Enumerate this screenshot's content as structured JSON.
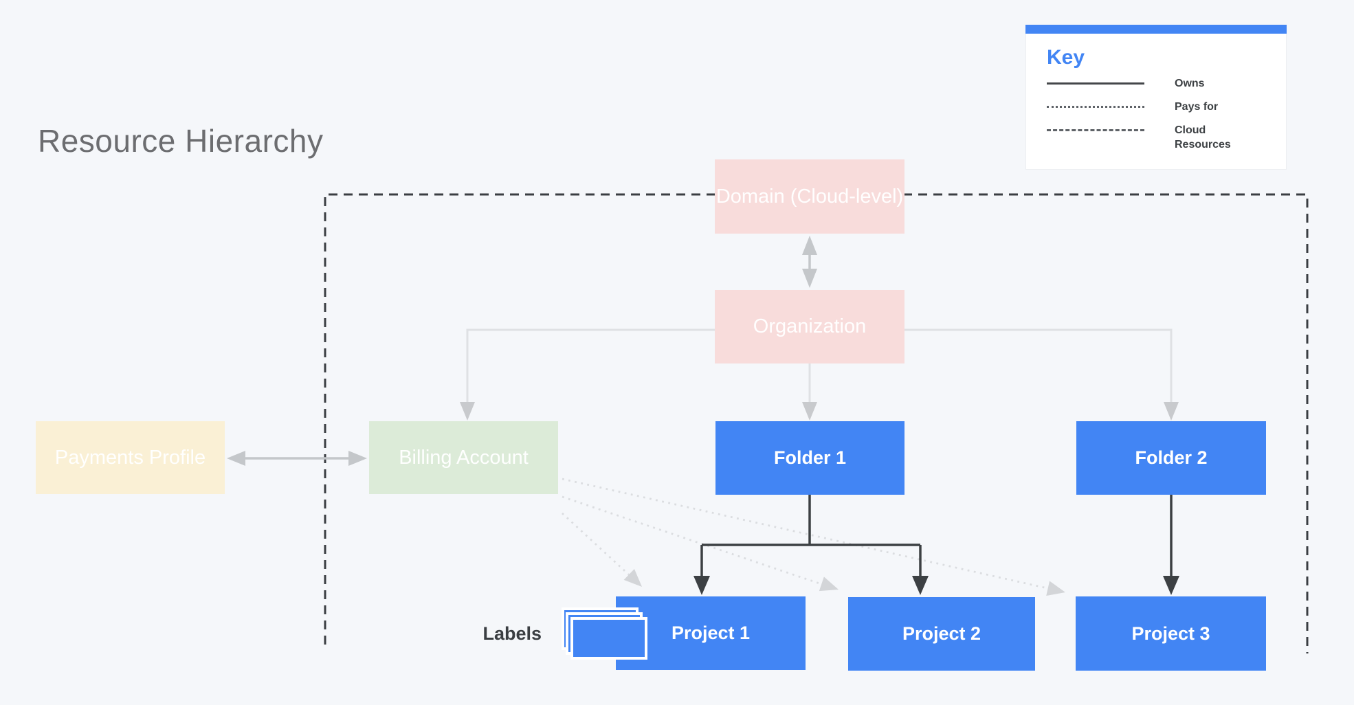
{
  "title": "Resource Hierarchy",
  "legend": {
    "title": "Key",
    "items": [
      {
        "style": "solid",
        "label": "Owns"
      },
      {
        "style": "dotted",
        "label": "Pays for"
      },
      {
        "style": "dashed",
        "label": "Cloud Resources"
      }
    ]
  },
  "labels_caption": "Labels",
  "nodes": {
    "domain": {
      "label": "Domain (Cloud-level)",
      "color": "#f8dcdb"
    },
    "organization": {
      "label": "Organization",
      "color": "#f8dcdb"
    },
    "payments": {
      "label": "Payments Profile",
      "color": "#faf0d5"
    },
    "billing": {
      "label": "Billing Account",
      "color": "#dcebd8"
    },
    "folder1": {
      "label": "Folder 1",
      "color": "#4285f4"
    },
    "folder2": {
      "label": "Folder 2",
      "color": "#4285f4"
    },
    "project1": {
      "label": "Project 1",
      "color": "#4285f4"
    },
    "project2": {
      "label": "Project 2",
      "color": "#4285f4"
    },
    "project3": {
      "label": "Project 3",
      "color": "#4285f4"
    }
  },
  "relationships": [
    {
      "from": "Domain (Cloud-level)",
      "to": "Organization",
      "type": "association"
    },
    {
      "from": "Payments Profile",
      "to": "Billing Account",
      "type": "association"
    },
    {
      "from": "Organization",
      "to": "Billing Account",
      "type": "contains"
    },
    {
      "from": "Organization",
      "to": "Folder 1",
      "type": "contains"
    },
    {
      "from": "Organization",
      "to": "Folder 2",
      "type": "contains"
    },
    {
      "from": "Folder 1",
      "to": "Project 1",
      "type": "owns"
    },
    {
      "from": "Folder 1",
      "to": "Project 2",
      "type": "owns"
    },
    {
      "from": "Folder 2",
      "to": "Project 3",
      "type": "owns"
    },
    {
      "from": "Billing Account",
      "to": "Project 1",
      "type": "pays_for"
    },
    {
      "from": "Billing Account",
      "to": "Project 2",
      "type": "pays_for"
    },
    {
      "from": "Billing Account",
      "to": "Project 3",
      "type": "pays_for"
    },
    {
      "boundary": "Cloud Resources",
      "type": "dashed_region"
    }
  ],
  "colors": {
    "background": "#f5f7fa",
    "accent_blue": "#4285f4",
    "pink": "#f8dcdb",
    "green": "#dcebd8",
    "cream": "#faf0d5",
    "dark_line": "#3c4043",
    "gray_line": "#c4c7ca",
    "light_line": "#dfe1e4",
    "dotted_line": "#dbdde0",
    "title_text": "#6c6d70"
  }
}
